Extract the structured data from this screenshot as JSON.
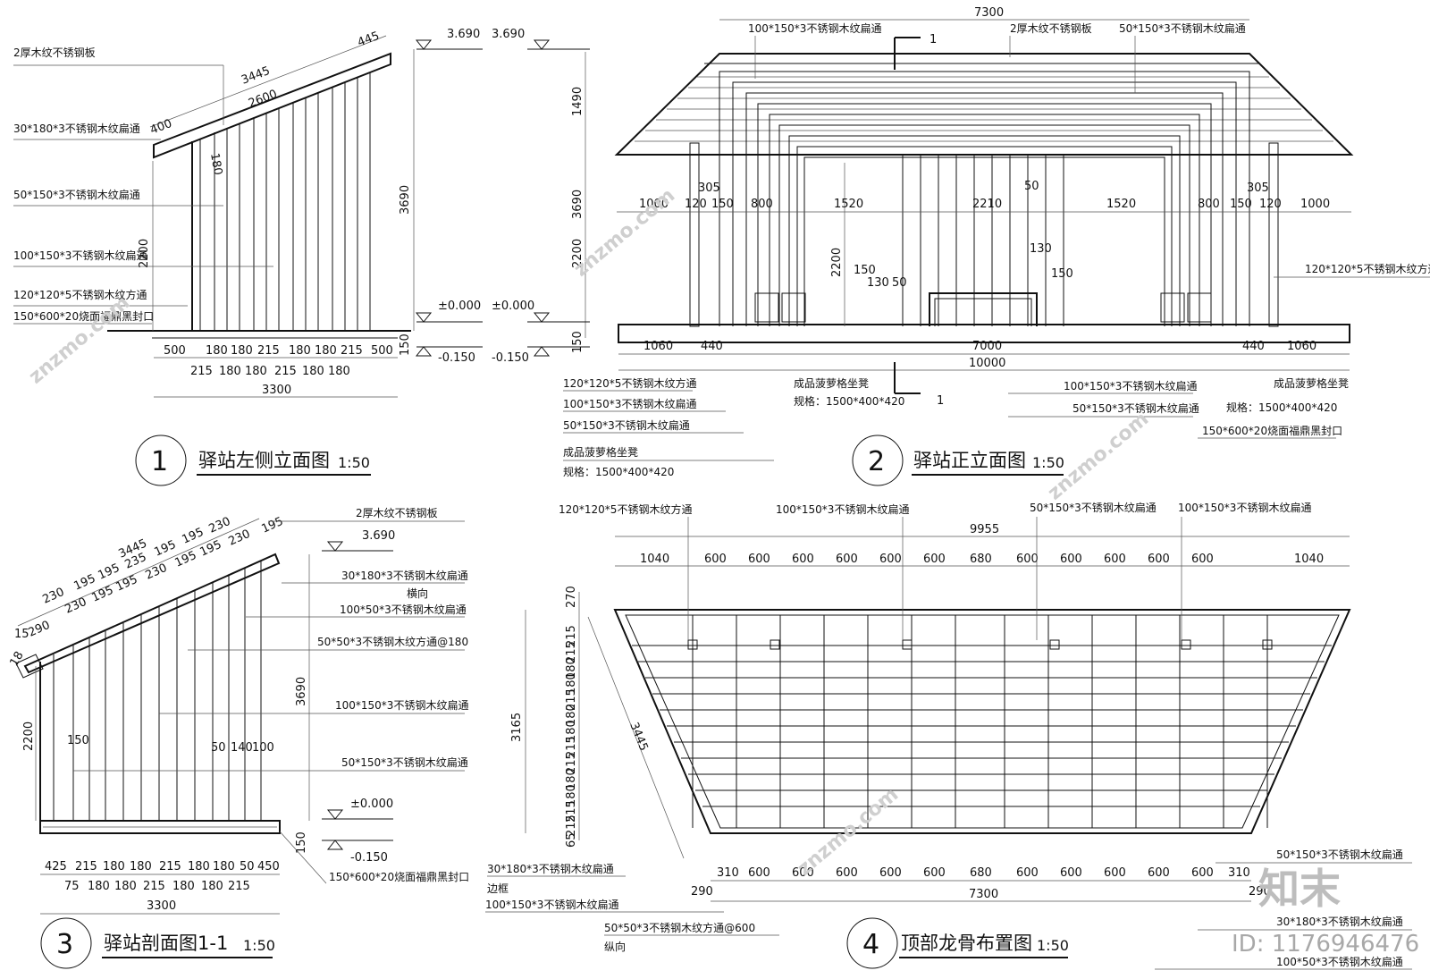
{
  "views": {
    "v1": {
      "num": "1",
      "title": "驿站左侧立面图",
      "scale": "1:50"
    },
    "v2": {
      "num": "2",
      "title": "驿站正立面图",
      "scale": "1:50"
    },
    "v3": {
      "num": "3",
      "title": "驿站剖面图1-1",
      "scale": "1:50"
    },
    "v4": {
      "num": "4",
      "title": "顶部龙骨布置图",
      "scale": "1:50"
    }
  },
  "labels": {
    "plate2": "2厚木纹不锈钢板",
    "tube30x180": "30*180*3不锈钢木纹扁通",
    "tube50x150": "50*150*3不锈钢木纹扁通",
    "tube100x150": "100*150*3不锈钢木纹扁通",
    "sq120": "120*120*5不锈钢木纹方通",
    "seal": "150*600*20烧面福鼎黑封口",
    "tube100x50": "100*50*3不锈钢木纹扁通",
    "sq50at180": "50*50*3不锈钢木纹方通@180",
    "sq50at600": "50*50*3不锈钢木纹方通@600",
    "seat": "成品菠萝格坐凳",
    "seat_spec": "规格：1500*400*420",
    "horiz": "横向",
    "vert": "纵向",
    "frame": "边框"
  },
  "levels": {
    "top": "3.690",
    "zero": "±0.000",
    "neg": "-0.150"
  },
  "v1_dims": {
    "slope_total": "3445",
    "slope_right": "445",
    "slope_mid": "2600",
    "slope_left": "400",
    "d180": "180",
    "h3690": "3690",
    "h2200": "2200",
    "h150": "150",
    "top_row": [
      "500",
      "180",
      "180",
      "215",
      "180",
      "180",
      "215",
      "500"
    ],
    "bot_row": [
      "215",
      "180",
      "180",
      "215",
      "180",
      "180"
    ],
    "total": "3300"
  },
  "v2_dims": {
    "top_total": "7300",
    "h1490": "1490",
    "h3690": "3690",
    "h2200": "2200",
    "h150": "150",
    "h2200b": "2200",
    "row": [
      "1000",
      "120",
      "150",
      "800",
      "1520",
      "2210",
      "1520",
      "800",
      "150",
      "120",
      "1000"
    ],
    "d305": "305",
    "d50": "50",
    "d130": "130",
    "d150": "150",
    "small": [
      "150",
      "130",
      "50"
    ],
    "base_row": [
      "1060",
      "440",
      "7000",
      "440",
      "1060"
    ],
    "base_total": "10000",
    "sec_mark": "1"
  },
  "v3_dims": {
    "slope_total": "3445",
    "slope_row": [
      "230",
      "195",
      "195",
      "235",
      "195",
      "195",
      "230"
    ],
    "slope_row2": [
      "230",
      "195",
      "195",
      "230",
      "195",
      "195",
      "230"
    ],
    "d195": "195",
    "d15": "15",
    "d290": "290",
    "d18": "18",
    "h3690": "3690",
    "h2200": "2200",
    "d150": "150",
    "mid": [
      "50",
      "140",
      "100"
    ],
    "h150": "150",
    "top_row": [
      "425",
      "215",
      "180",
      "180",
      "215",
      "180",
      "180",
      "50",
      "450"
    ],
    "bot_row": [
      "75",
      "180",
      "180",
      "215",
      "180",
      "180",
      "215"
    ],
    "total": "3300"
  },
  "v4_dims": {
    "top_total": "9955",
    "top_row": [
      "1040",
      "600",
      "600",
      "600",
      "600",
      "600",
      "600",
      "680",
      "600",
      "600",
      "600",
      "600",
      "600",
      "1040"
    ],
    "bot_row": [
      "310",
      "600",
      "600",
      "600",
      "600",
      "600",
      "680",
      "600",
      "600",
      "600",
      "600",
      "600",
      "310"
    ],
    "bot_total": "7300",
    "h3165": "3165",
    "d270": "270",
    "d65": "65",
    "slope": "3445",
    "d290": "290",
    "d290r": "290",
    "left_col": [
      "215",
      "215",
      "180",
      "180",
      "215",
      "180",
      "180",
      "215",
      "215",
      "180",
      "180",
      "215",
      "215"
    ]
  },
  "stamp": {
    "logo": "知末",
    "id": "ID: 1176946476"
  },
  "watermark": "znzmo.com"
}
